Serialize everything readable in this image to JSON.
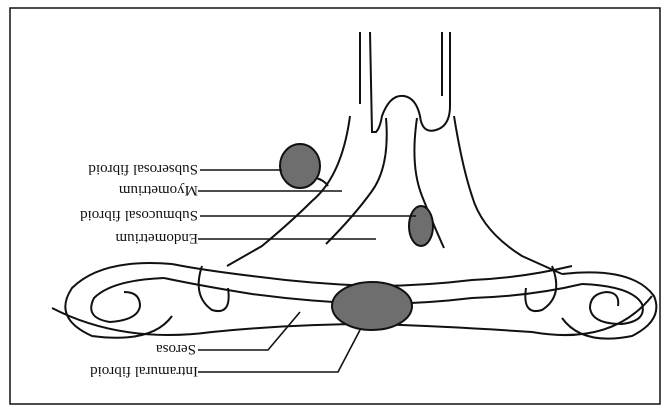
{
  "diagram": {
    "orientation": "rotated 180 degrees (upside down)",
    "labels": {
      "subserosal": "Subserosal fibroid",
      "myometrium": "Myometrium",
      "submucosal": "Submucosal fibroid",
      "endometrium": "Endometrium",
      "serosa": "Serosa",
      "intramural": "Intramural fibroid"
    },
    "colors": {
      "ink": "#111111",
      "fibroid_fill": "#6e6e6e",
      "background": "#ffffff"
    }
  }
}
